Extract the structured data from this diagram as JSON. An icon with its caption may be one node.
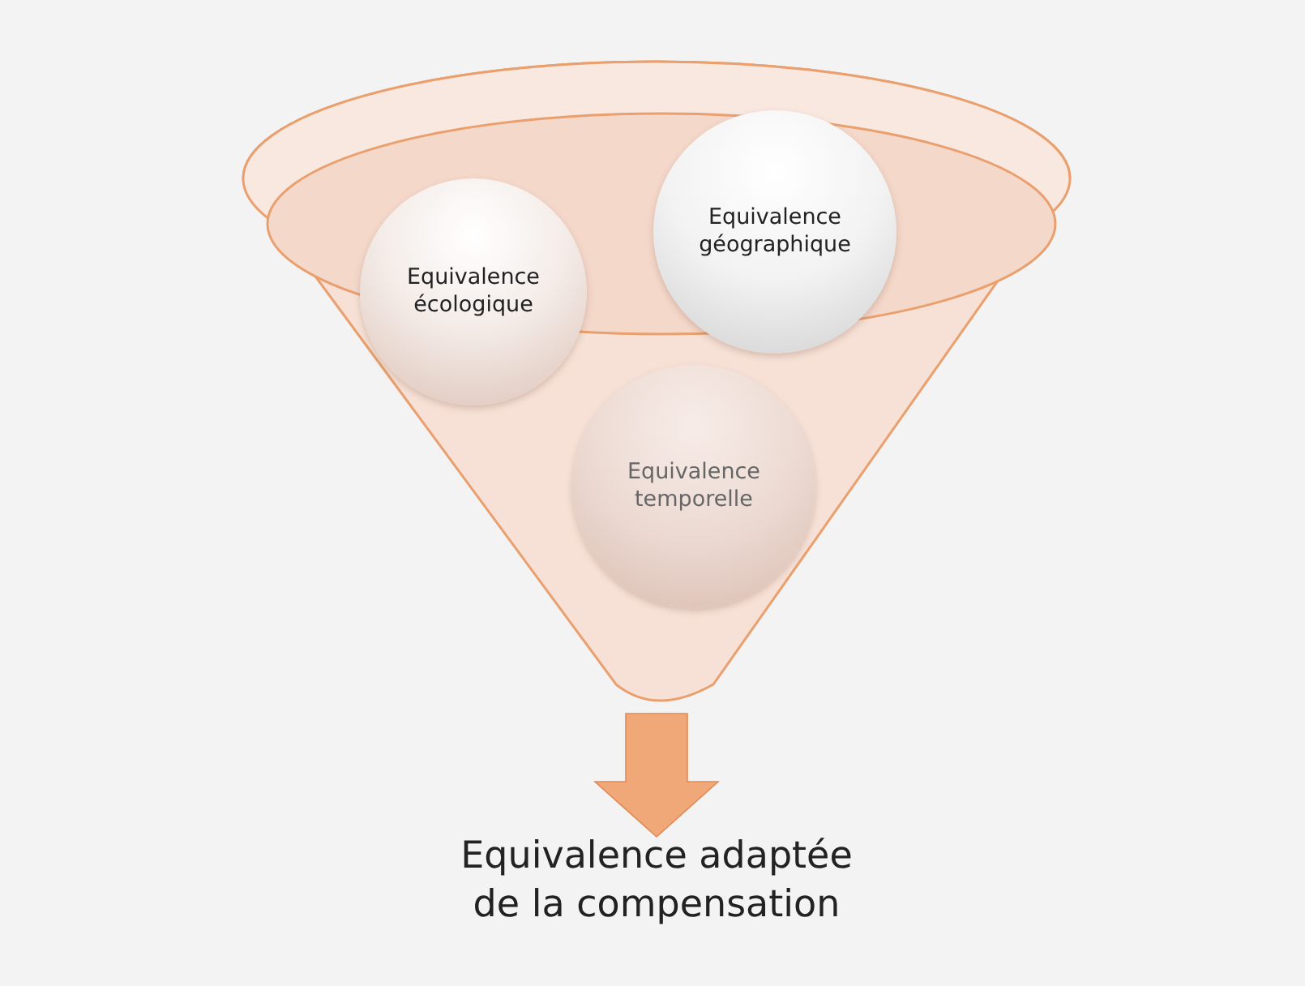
{
  "diagram": {
    "nodes": [
      {
        "text": [],
        "shape": "funnel"
      },
      {
        "text": [
          "Equivalence écologique"
        ],
        "in": 0
      },
      {
        "text": [
          "Equivalence géographique"
        ],
        "in": 0
      },
      {
        "text": [
          "Equivalence temporelle"
        ],
        "in": 0
      },
      {
        "text": [
          "Equivalence adaptée de la compensation"
        ]
      }
    ],
    "edges": [
      {
        "from": 0,
        "to": 4,
        "arrow": "to"
      }
    ]
  }
}
